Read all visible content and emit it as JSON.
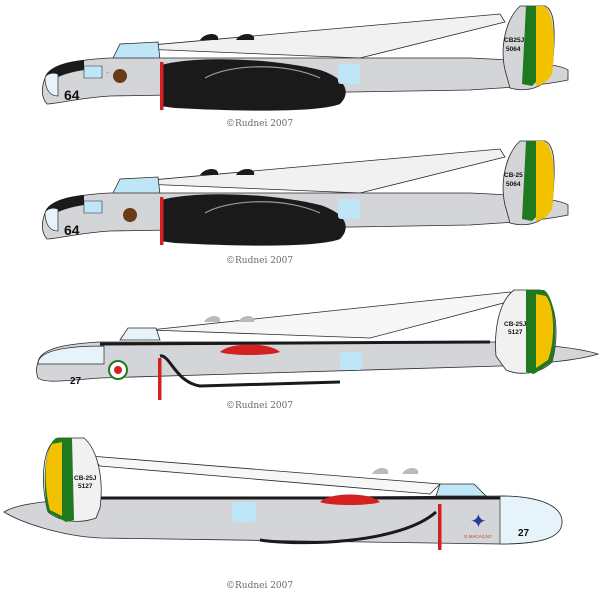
{
  "colors": {
    "fuselage": "#d4d5d8",
    "fuselage_light": "#e8e9eb",
    "black_paint": "#1a1a1a",
    "red": "#d32020",
    "flag_green": "#1f7a1f",
    "flag_yellow": "#f2c200",
    "glass": "#bfe6f7",
    "outline": "#2a2a2a"
  },
  "profiles": [
    {
      "nose_number": "64",
      "tail_code_line1": "CB25J",
      "tail_code_line2": "5064",
      "credit": "©Rudnei 2007",
      "scheme": "black-belly",
      "facing": "left"
    },
    {
      "nose_number": "64",
      "tail_code_line1": "CB-25",
      "tail_code_line2": "5064",
      "credit": "©Rudnei 2007",
      "scheme": "black-belly",
      "facing": "left"
    },
    {
      "nose_number": "27",
      "tail_code_line1": "CB-25J",
      "tail_code_line2": "5127",
      "credit": "©Rudnei 2007",
      "scheme": "natural-metal",
      "facing": "left"
    },
    {
      "nose_number": "27",
      "tail_code_line1": "CB-25J",
      "tail_code_line2": "5127",
      "nickname": "O MACACÃO",
      "credit": "©Rudnei 2007",
      "scheme": "natural-metal",
      "facing": "right"
    }
  ]
}
